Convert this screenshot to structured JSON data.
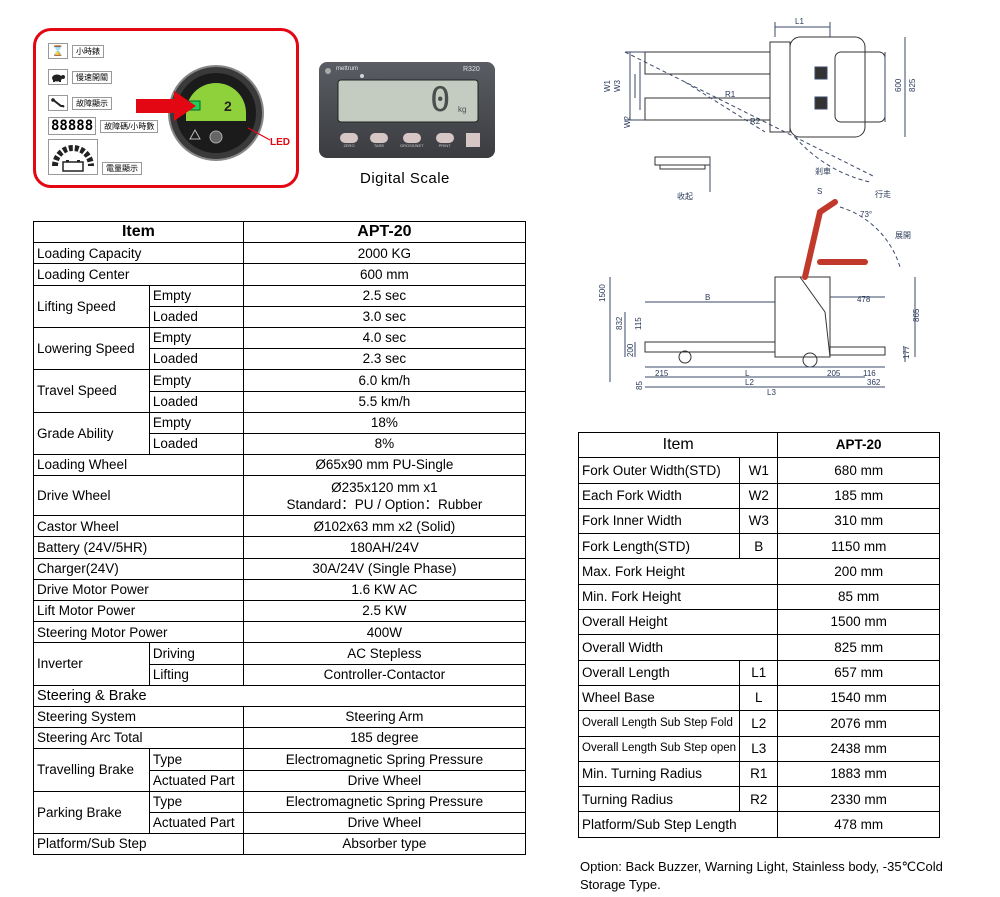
{
  "panel": {
    "legend": [
      {
        "icon": "hourglass-icon",
        "label": "小時錶"
      },
      {
        "icon": "turtle-icon",
        "label": "慢速開關"
      },
      {
        "icon": "wrench-icon",
        "label": "故障顯示"
      },
      {
        "icon": "digits",
        "digits": "88888",
        "label": "故障碼/小時數"
      },
      {
        "icon": "battery-icon",
        "label": "電量顯示"
      }
    ],
    "led_label": "LED"
  },
  "scale": {
    "brand": "mettrum",
    "model": "R320",
    "display": "0",
    "unit": "kg",
    "caption": "Digital Scale",
    "buttons": [
      "ZERO",
      "TARE",
      "GROSS/NET",
      "PRINT",
      ""
    ]
  },
  "left_table": {
    "header": {
      "item": "Item",
      "model": "APT-20"
    },
    "rows": [
      {
        "label": "Loading Capacity",
        "value": "2000 KG"
      },
      {
        "label": "Loading Center",
        "value": "600 mm"
      },
      {
        "label": "Lifting Speed",
        "sub": [
          {
            "label": "Empty",
            "value": "2.5 sec"
          },
          {
            "label": "Loaded",
            "value": "3.0 sec"
          }
        ]
      },
      {
        "label": "Lowering Speed",
        "sub": [
          {
            "label": "Empty",
            "value": "4.0 sec"
          },
          {
            "label": "Loaded",
            "value": "2.3 sec"
          }
        ]
      },
      {
        "label": "Travel Speed",
        "sub": [
          {
            "label": "Empty",
            "value": "6.0 km/h"
          },
          {
            "label": "Loaded",
            "value": "5.5 km/h"
          }
        ]
      },
      {
        "label": "Grade Ability",
        "sub": [
          {
            "label": "Empty",
            "value": "18%"
          },
          {
            "label": "Loaded",
            "value": "8%"
          }
        ]
      },
      {
        "label": "Loading Wheel",
        "value": "Ø65x90 mm PU-Single"
      },
      {
        "label": "Drive Wheel",
        "value": "Ø235x120 mm x1",
        "value2": "Standard：PU /  Option：Rubber"
      },
      {
        "label": "Castor Wheel",
        "value": "Ø102x63 mm x2 (Solid)"
      },
      {
        "label": "Battery (24V/5HR)",
        "value": "180AH/24V"
      },
      {
        "label": "Charger(24V)",
        "value": "30A/24V (Single Phase)"
      },
      {
        "label": "Drive Motor Power",
        "value": "1.6 KW AC"
      },
      {
        "label": "Lift Motor Power",
        "value": "2.5 KW"
      },
      {
        "label": "Steering Motor Power",
        "value": "400W"
      },
      {
        "label": "Inverter",
        "sub": [
          {
            "label": "Driving",
            "value": "AC Stepless"
          },
          {
            "label": "Lifting",
            "value": "Controller-Contactor"
          }
        ]
      },
      {
        "section": "Steering & Brake"
      },
      {
        "label": "Steering System",
        "value": "Steering  Arm"
      },
      {
        "label": "Steering Arc Total",
        "value": "185 degree"
      },
      {
        "label": "Travelling Brake",
        "sub": [
          {
            "label": "Type",
            "value": "Electromagnetic Spring Pressure"
          },
          {
            "label": "Actuated Part",
            "value": "Drive Wheel"
          }
        ]
      },
      {
        "label": "Parking Brake",
        "sub": [
          {
            "label": "Type",
            "value": "Electromagnetic Spring Pressure"
          },
          {
            "label": "Actuated Part",
            "value": "Drive Wheel"
          }
        ]
      },
      {
        "label": "Platform/Sub Step",
        "value": "Absorber type"
      }
    ]
  },
  "right_table": {
    "header": {
      "item": "Item",
      "model": "APT-20"
    },
    "rows": [
      {
        "label": "Fork Outer Width(STD)",
        "code": "W1",
        "value": "680 mm"
      },
      {
        "label": "Each Fork Width",
        "code": "W2",
        "value": "185 mm"
      },
      {
        "label": "Fork Inner Width",
        "code": "W3",
        "value": "310 mm"
      },
      {
        "label": "Fork Length(STD)",
        "code": "B",
        "value": "1150 mm"
      },
      {
        "label": "Max. Fork Height",
        "code": "",
        "value": "200 mm"
      },
      {
        "label": "Min. Fork Height",
        "code": "",
        "value": "85 mm"
      },
      {
        "label": "Overall Height",
        "code": "",
        "value": "1500 mm"
      },
      {
        "label": "Overall Width",
        "code": "",
        "value": "825 mm"
      },
      {
        "label": "Overall Length",
        "code": "L1",
        "value": "657 mm"
      },
      {
        "label": "Wheel Base",
        "code": "L",
        "value": "1540 mm"
      },
      {
        "label": "Overall Length Sub Step Fold",
        "code": "L2",
        "value": "2076 mm"
      },
      {
        "label": "Overall Length Sub Step open",
        "code": "L3",
        "value": "2438 mm"
      },
      {
        "label": "Min. Turning Radius",
        "code": "R1",
        "value": "1883 mm"
      },
      {
        "label": "Turning Radius",
        "code": "R2",
        "value": "2330 mm"
      },
      {
        "label": "Platform/Sub Step Length",
        "code": "",
        "value": "478 mm"
      }
    ]
  },
  "drawing": {
    "top": {
      "L1": "L1",
      "W1": "W1",
      "W2": "W2",
      "W3": "W3",
      "R1": "R1",
      "R2": "R2",
      "dim600": "600",
      "dim825": "825"
    },
    "step_labels": {
      "fold": "收起",
      "drive": "行走",
      "unfold": "展開",
      "brake": "剎車",
      "angle": "73°",
      "s": "S"
    },
    "side": {
      "B": "B",
      "h1500": "1500",
      "h832": "832",
      "h115": "115",
      "h200": "200",
      "h85": "85",
      "d215": "215",
      "L": "L",
      "L2": "L2",
      "L3": "L3",
      "d205": "205",
      "d116": "116",
      "d362": "362",
      "d478": "478",
      "h865": "865",
      "h177": "177"
    }
  },
  "note": "Option: Back Buzzer, Warning Light, Stainless body, -35℃Cold Storage Type."
}
